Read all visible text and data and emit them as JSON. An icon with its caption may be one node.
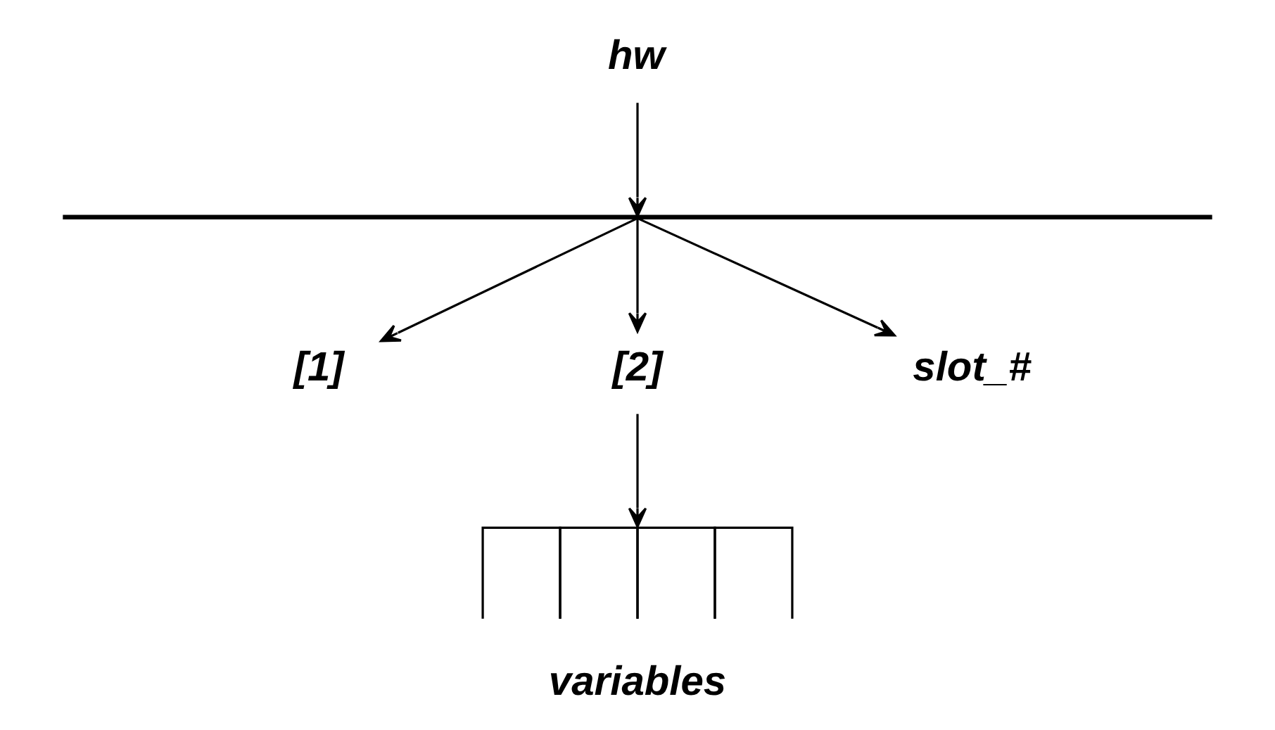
{
  "diagram": {
    "nodes": [
      {
        "text": [
          "hw"
        ]
      },
      {
        "text": [],
        "shape": "bar"
      },
      {
        "text": [
          "[1]"
        ]
      },
      {
        "text": [
          "[2]"
        ]
      },
      {
        "text": [
          "slot_#"
        ]
      },
      {
        "text": [
          "variables"
        ]
      }
    ],
    "edges": [
      {
        "from": 0,
        "to": 1,
        "arrow": "to"
      },
      {
        "from": 1,
        "to": 2,
        "arrow": "to"
      },
      {
        "from": 1,
        "to": 3,
        "arrow": "to"
      },
      {
        "from": 1,
        "to": 4,
        "arrow": "to"
      },
      {
        "from": 3,
        "to": 5,
        "arrow": "to"
      }
    ]
  }
}
